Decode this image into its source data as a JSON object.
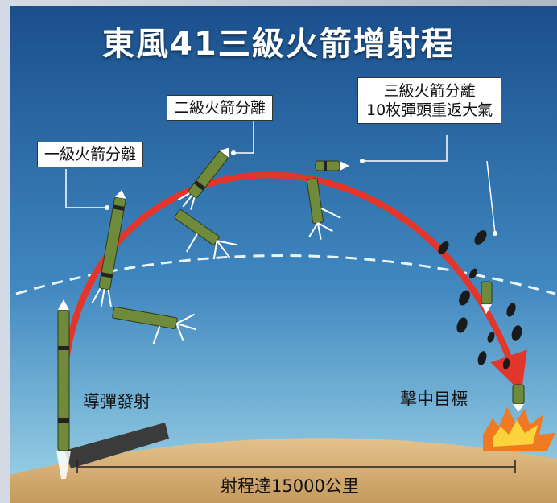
{
  "title": "東風41三級火箭增射程",
  "labels": {
    "stage1": "一級火箭分離",
    "stage2": "二級火箭分離",
    "stage3_line1": "三級火箭分離",
    "stage3_line2": "10枚彈頭重返大氣",
    "launch": "導彈發射",
    "impact": "擊中目標",
    "range": "射程達15000公里"
  },
  "colors": {
    "sky_top": "#1a4f8c",
    "sky_bottom": "#8fcde4",
    "trajectory": "#e3362b",
    "ground": "#d8b27a",
    "frame": "#c9d2dc"
  }
}
